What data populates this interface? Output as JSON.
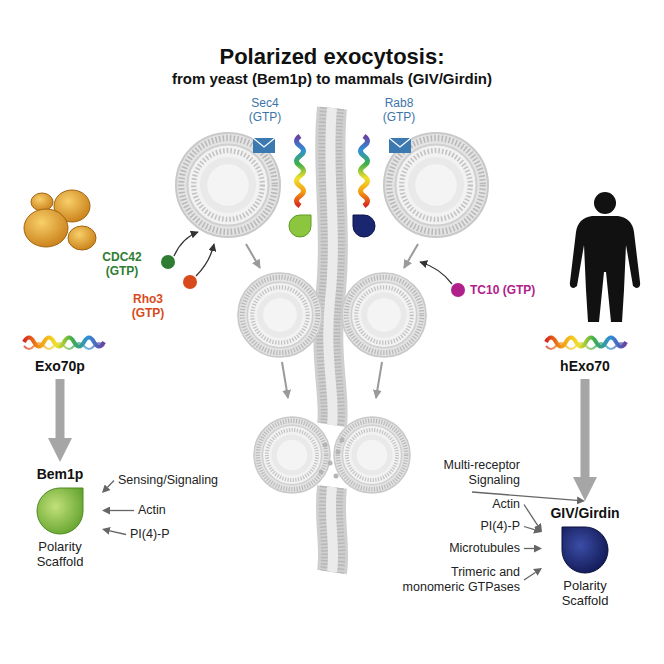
{
  "diagram": {
    "title": "Polarized exocytosis:",
    "nodes": [
      {
        "text": [
          "Exo70p"
        ]
      },
      {
        "text": [
          "Bem1p",
          "Polarity Scaffold"
        ]
      },
      {
        "text": [
          "Sensing/Signaling"
        ]
      },
      {
        "text": [
          "Actin"
        ]
      },
      {
        "text": [
          "PI(4)-P"
        ]
      },
      {
        "text": [
          "hExo70"
        ]
      },
      {
        "text": [
          "GIV/Girdin",
          "Polarity Scaffold"
        ]
      },
      {
        "text": [
          "Multi-receptor Signaling"
        ]
      },
      {
        "text": [
          "Actin"
        ]
      },
      {
        "text": [
          "PI(4)-P"
        ]
      },
      {
        "text": [
          "Microtubules"
        ]
      },
      {
        "text": [
          "Trimeric and monomeric GTPases"
        ]
      }
    ],
    "edges": [
      {
        "from": 0,
        "to": 1,
        "arrow": "to"
      },
      {
        "from": 2,
        "to": 1,
        "arrow": "to"
      },
      {
        "from": 3,
        "to": 1,
        "arrow": "to"
      },
      {
        "from": 4,
        "to": 1,
        "arrow": "to"
      },
      {
        "from": 5,
        "to": 6,
        "arrow": "to"
      },
      {
        "from": 7,
        "to": 6,
        "arrow": "to"
      },
      {
        "from": 8,
        "to": 6,
        "arrow": "to"
      },
      {
        "from": 9,
        "to": 6,
        "arrow": "to"
      },
      {
        "from": 10,
        "to": 6,
        "arrow": "to"
      },
      {
        "from": 11,
        "to": 6,
        "arrow": "to"
      }
    ],
    "labels": [
      "from yeast (Bem1p) to mammals (GIV/Girdin)",
      "Sec4 (GTP)",
      "Rab8 (GTP)",
      "CDC42 (GTP)",
      "Rho3 (GTP)",
      "TC10 (GTP)"
    ]
  }
}
